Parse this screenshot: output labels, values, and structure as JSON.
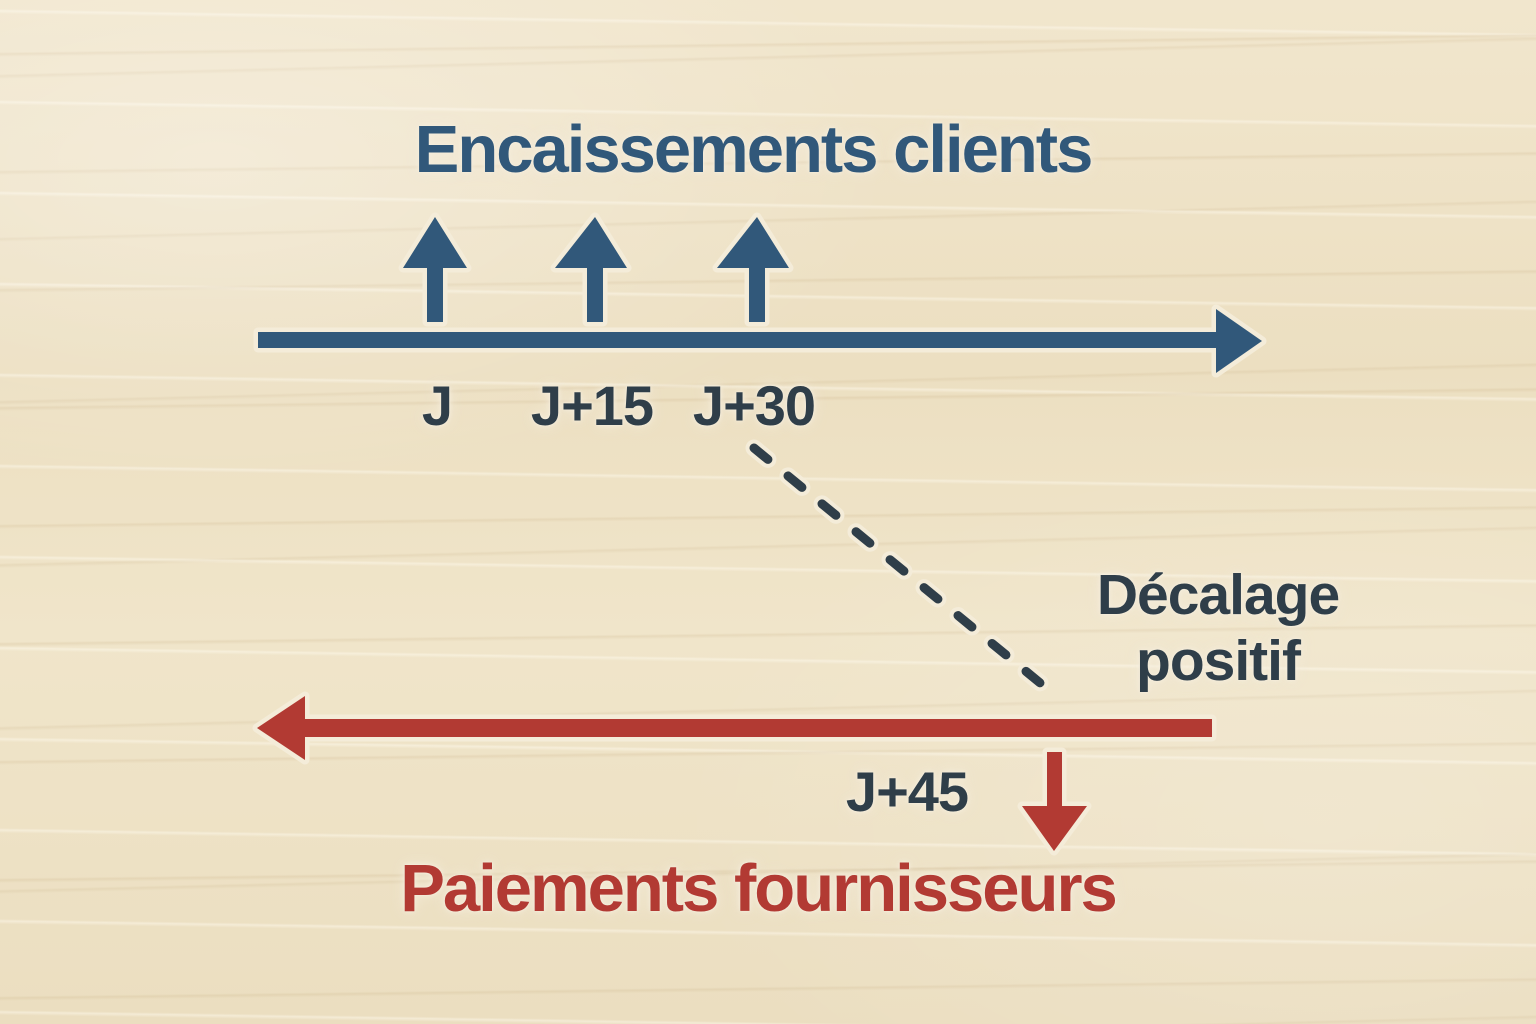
{
  "diagram": {
    "top_timeline": {
      "title": "Encaissements clients",
      "direction": "right",
      "tick_labels": [
        "J",
        "J+15",
        "J+30"
      ],
      "inflow_arrow_count": 3
    },
    "bottom_timeline": {
      "title": "Paiements fournisseurs",
      "direction": "left",
      "tick_label": "J+45",
      "outflow_arrow_count": 1
    },
    "annotation": {
      "line1": "Décalage",
      "line2": "positif"
    }
  },
  "icons": {
    "up_arrow_icon": "↑",
    "down_arrow_icon": "↓",
    "right_arrow_timeline_icon": "→",
    "left_arrow_timeline_icon": "←",
    "dashed_connector_icon": "⟍"
  },
  "colors": {
    "blue": "#31587a",
    "red": "#b23a33",
    "slate": "#2f3e49",
    "halo": "#f4ecd9",
    "background_wood": "#ede0c3"
  }
}
